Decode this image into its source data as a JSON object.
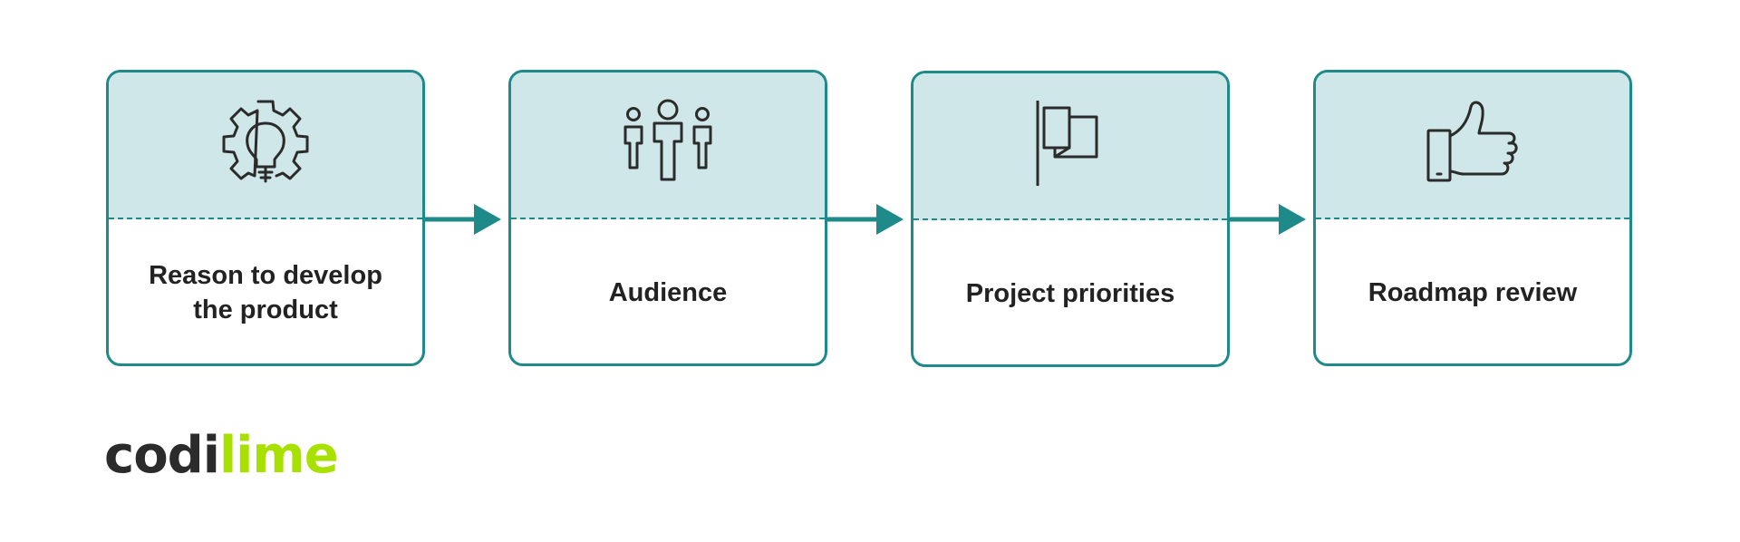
{
  "steps": [
    {
      "label": "Reason to develop the product",
      "icon": "gear-lightbulb-icon"
    },
    {
      "label": "Audience",
      "icon": "people-icon"
    },
    {
      "label": "Project priorities",
      "icon": "flag-icon"
    },
    {
      "label": "Roadmap review",
      "icon": "thumbs-up-icon"
    }
  ],
  "logo": {
    "part1": "codi",
    "part2": "lime"
  },
  "colors": {
    "accent": "#1e8a8a",
    "panel": "#cfe7e8",
    "text": "#222222",
    "logo_green": "#a8e000",
    "logo_dark": "#2b2b2b"
  }
}
